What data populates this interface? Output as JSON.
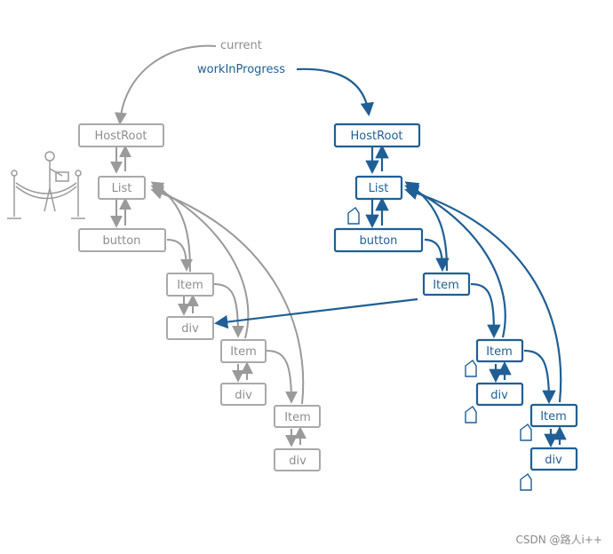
{
  "labels": {
    "current": "current",
    "workInProgress": "workInProgress",
    "watermark": "CSDN @路人i++"
  },
  "current_tree": {
    "hostroot": "HostRoot",
    "list": "List",
    "button": "button",
    "item1": "Item",
    "div1": "div",
    "item2": "Item",
    "div2": "div",
    "item3": "Item",
    "div3": "div"
  },
  "wip_tree": {
    "hostroot": "HostRoot",
    "list": "List",
    "button": "button",
    "item1": "Item",
    "item2": "Item",
    "div2": "div",
    "item3": "Item",
    "div3": "div"
  },
  "colors": {
    "current": "#a9a9a9",
    "workInProgress": "#1f5f95"
  }
}
